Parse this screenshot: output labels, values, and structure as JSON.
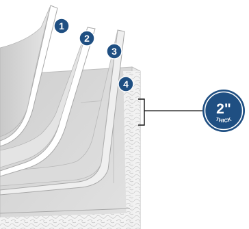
{
  "layers": [
    {
      "number": "1"
    },
    {
      "number": "2"
    },
    {
      "number": "3"
    },
    {
      "number": "4"
    }
  ],
  "thickness_badge": {
    "value": "2\"",
    "unit": "THICK"
  },
  "colors": {
    "badge_fill": "#1f4f82",
    "badge_ring": "#ffffff",
    "leader_line": "#111111",
    "layer_gray": "#d7d7d7",
    "layer_white": "#ffffff",
    "outline": "#a8a8a8",
    "base_block": "#d4d4d4"
  }
}
